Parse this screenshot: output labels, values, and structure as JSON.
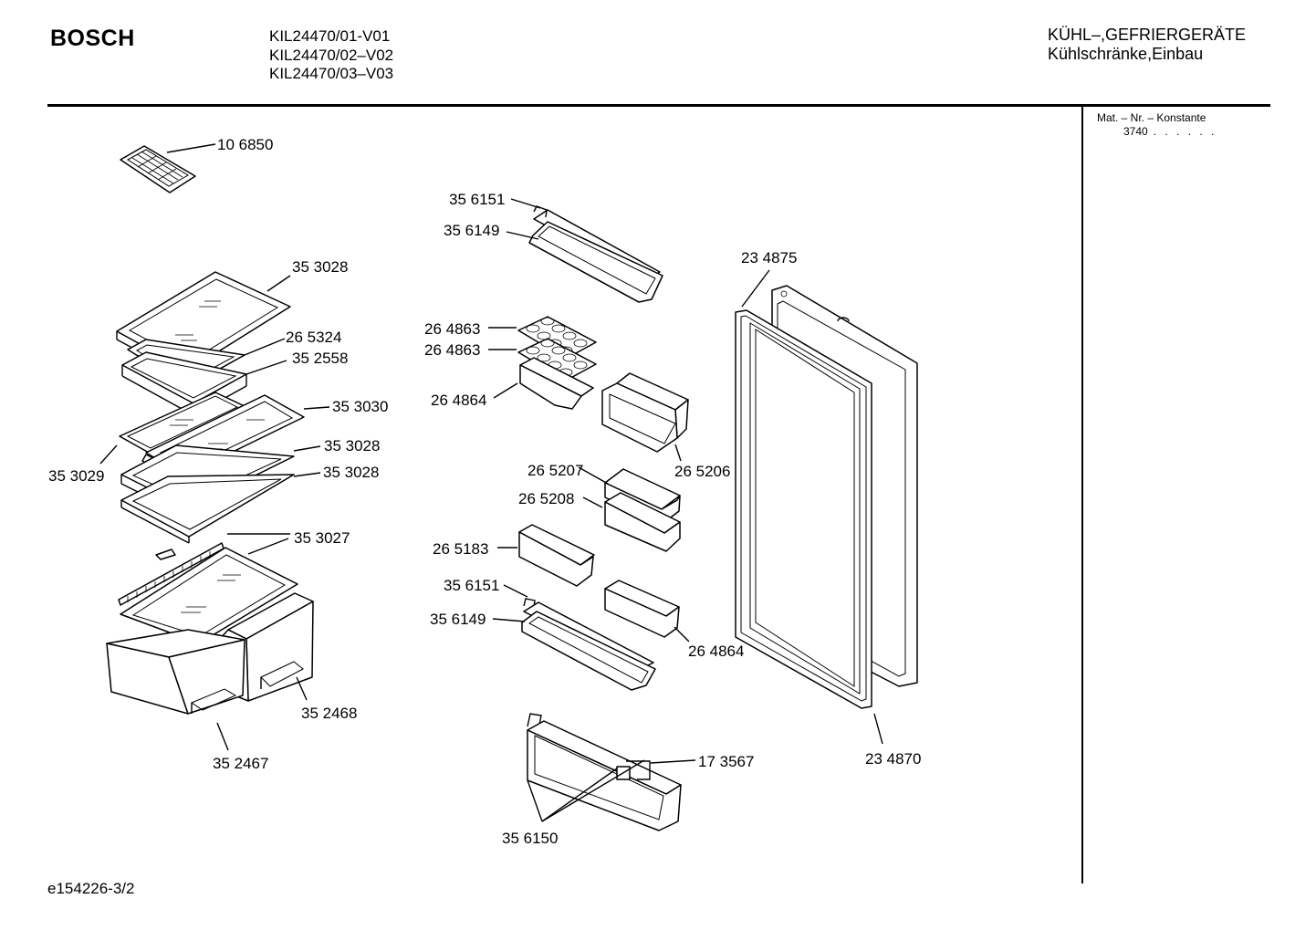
{
  "header": {
    "brand": "BOSCH",
    "models": [
      "KIL24470/01-V01",
      "KIL24470/02–V02",
      "KIL24470/03–V03"
    ],
    "category_line1": "KÜHL–,GEFRIERGERÄTE",
    "category_line2": "Kühlschränke,Einbau"
  },
  "sidebar": {
    "mat_label": "Mat. – Nr. – Konstante",
    "mat_value": "3740",
    "mat_dots": ". . . . . ."
  },
  "footer": {
    "doc_id": "e154226-3/2"
  },
  "parts": [
    {
      "id": "ice-tray",
      "label": "10 6850"
    },
    {
      "id": "shelf-top",
      "label": "35 3028"
    },
    {
      "id": "shelf-frame",
      "label": "26 5324"
    },
    {
      "id": "shelf-tray",
      "label": "35 2558"
    },
    {
      "id": "split-shelf-right",
      "label": "35 3030"
    },
    {
      "id": "split-shelf-left",
      "label": "35 3029"
    },
    {
      "id": "shelf-mid-1",
      "label": "35 3028"
    },
    {
      "id": "shelf-mid-2",
      "label": "35 3028"
    },
    {
      "id": "crisper-cover",
      "label": "35 3027"
    },
    {
      "id": "crisper-right",
      "label": "35 2468"
    },
    {
      "id": "crisper-left",
      "label": "35 2467"
    },
    {
      "id": "door-rail-top",
      "label": "35 6151"
    },
    {
      "id": "door-bin-top",
      "label": "35 6149"
    },
    {
      "id": "egg-tray-1",
      "label": "26 4863"
    },
    {
      "id": "egg-tray-2",
      "label": "26 4863"
    },
    {
      "id": "small-bin-1",
      "label": "26 4864"
    },
    {
      "id": "butter-box",
      "label": "26 5206"
    },
    {
      "id": "dairy-lid",
      "label": "26 5207"
    },
    {
      "id": "dairy-bin",
      "label": "26 5208"
    },
    {
      "id": "small-bin-2",
      "label": "26 5183"
    },
    {
      "id": "door-rail-mid",
      "label": "35 6151"
    },
    {
      "id": "door-bin-mid",
      "label": "35 6149"
    },
    {
      "id": "small-bin-3",
      "label": "26 4864"
    },
    {
      "id": "door-panel",
      "label": "23 4875"
    },
    {
      "id": "door-seal",
      "label": "23 4870"
    },
    {
      "id": "bottle-holder",
      "label": "17 3567"
    },
    {
      "id": "bottle-bin",
      "label": "35 6150"
    }
  ]
}
